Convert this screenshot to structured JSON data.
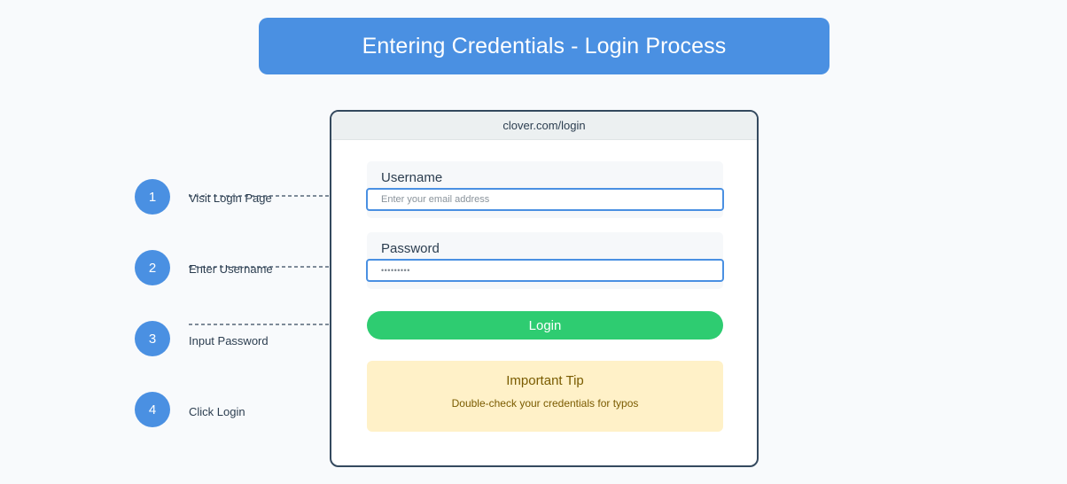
{
  "banner": {
    "title": "Entering Credentials - Login Process"
  },
  "browser": {
    "url": "clover.com/login",
    "username": {
      "label": "Username",
      "placeholder": "Enter your email address"
    },
    "password": {
      "label": "Password",
      "value": "•••••••••"
    },
    "login_button": "Login",
    "tip": {
      "title": "Important Tip",
      "text": "Double-check your credentials for typos"
    }
  },
  "steps": [
    {
      "number": "1",
      "label": "Visit Login Page"
    },
    {
      "number": "2",
      "label": "Enter Username"
    },
    {
      "number": "3",
      "label": "Input Password"
    },
    {
      "number": "4",
      "label": "Click Login"
    }
  ],
  "colors": {
    "accent": "#4a90e2",
    "success": "#2ecc71",
    "frame": "#34495e",
    "tip_bg": "#fff1c8"
  }
}
